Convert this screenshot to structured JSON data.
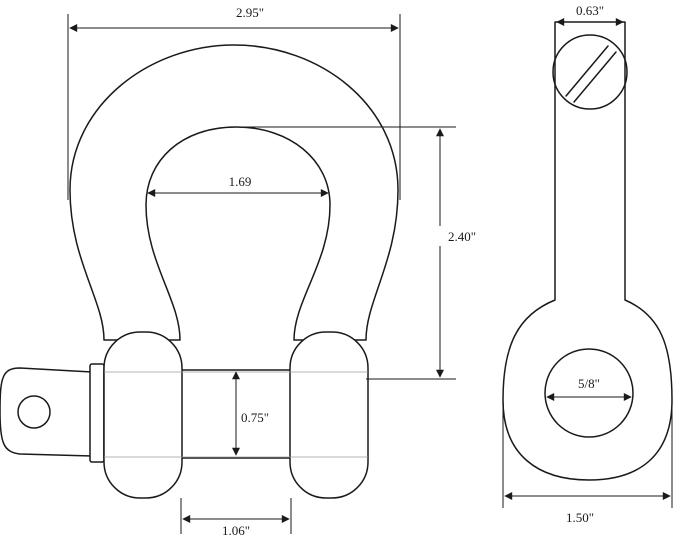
{
  "diagram": {
    "front_view": {
      "dimensions": {
        "overall_width": "2.95\"",
        "inside_width": "1.69",
        "inside_length": "2.40\"",
        "pin_diameter": "0.75\"",
        "jaw_opening": "1.06\""
      }
    },
    "side_view": {
      "dimensions": {
        "pin_head_width": "0.63\"",
        "eye_hole": "5/8\"",
        "eye_width": "1.50\""
      }
    }
  }
}
